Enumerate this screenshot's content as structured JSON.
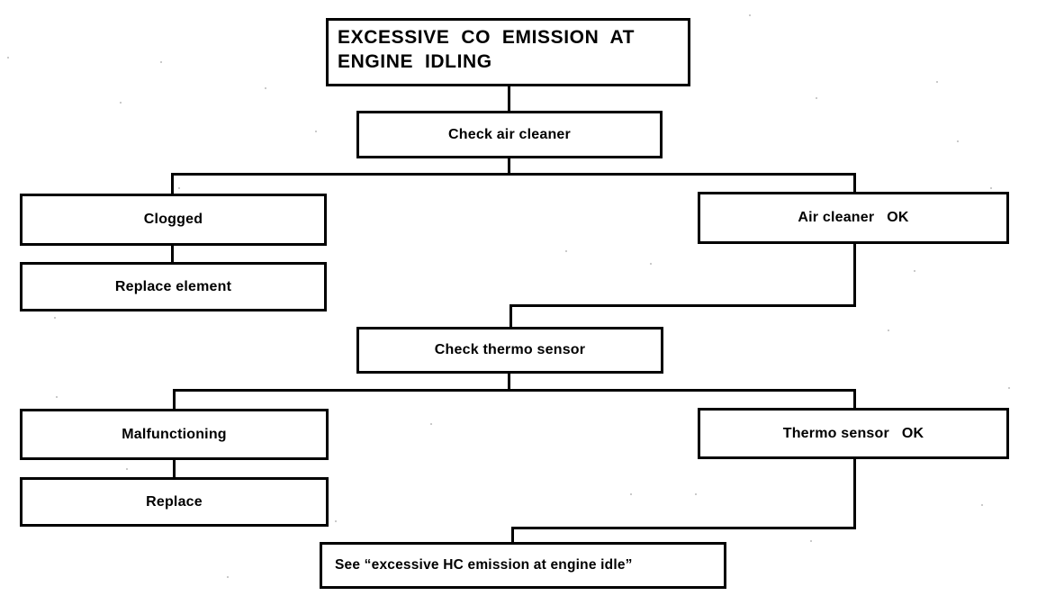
{
  "diagram": {
    "title": "EXCESSIVE CO EMISSION AT ENGINE IDLING",
    "type": "troubleshooting-flowchart",
    "background_color": "#ffffff",
    "line_color": "#000000",
    "nodes": [
      {
        "id": "root",
        "label": "EXCESSIVE  CO  EMISSION  AT\nENGINE  IDLING"
      },
      {
        "id": "check-air",
        "label": "Check air cleaner"
      },
      {
        "id": "clogged",
        "label": "Clogged"
      },
      {
        "id": "replace-element",
        "label": "Replace element"
      },
      {
        "id": "air-ok",
        "label": "Air cleaner   OK"
      },
      {
        "id": "check-thermo",
        "label": "Check thermo sensor"
      },
      {
        "id": "malfunctioning",
        "label": "Malfunctioning"
      },
      {
        "id": "replace",
        "label": "Replace"
      },
      {
        "id": "thermo-ok",
        "label": "Thermo sensor   OK"
      },
      {
        "id": "see-hc",
        "label": "See “excessive HC emission at engine idle”"
      }
    ]
  }
}
